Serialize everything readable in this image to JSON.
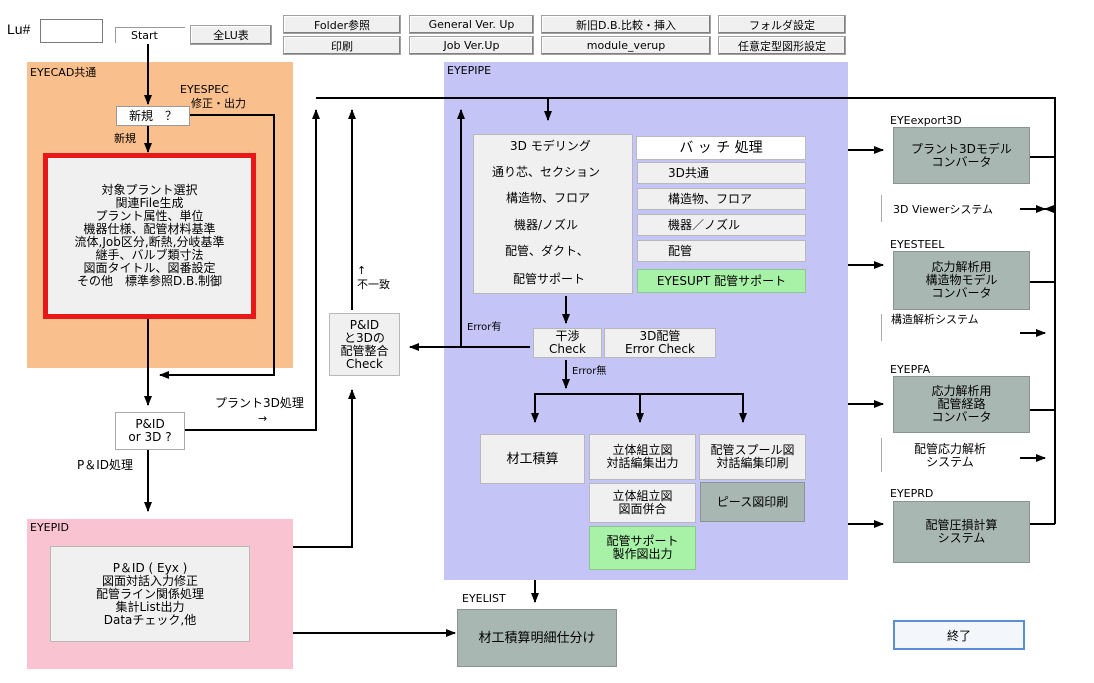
{
  "header": {
    "lu_label": "Lu#",
    "lu_value": "",
    "start": "Start",
    "all_lu": "全LU表",
    "folder_ref": "Folder参照",
    "print": "印刷",
    "general_verup": "General Ver. Up",
    "job_verup": "Job Ver.Up",
    "db_compare": "新旧D.B.比較・挿入",
    "module_verup": "module_verup",
    "folder_settings": "フォルダ設定",
    "shape_settings": "任意定型図形設定"
  },
  "eyecad": {
    "title": "EYECAD共通",
    "eyespec": "EYESPEC",
    "eyespec_sub": "修正・出力",
    "new_box": "新規　？",
    "new_label": "新規",
    "main_box": "対象プラント選択\n関連File生成\nプラント属性、単位\n機器仕様、配管材料基準\n流体,Job区分,断熱,分岐基準\n継手、バルブ類寸法\n図面タイトル、図番設定\nその他　標準参照D.B.制御"
  },
  "flow": {
    "pid_or_3d": "P&ID\nor 3D ?",
    "plant3d": "プラント3D処理",
    "arrow_right": "→",
    "pid_process": "P＆ID処理",
    "consistency": "P&ID\nと3Dの\n配管整合\nCheck",
    "mismatch_up": "↑",
    "mismatch": "不一致"
  },
  "eyepid": {
    "title": "EYEPID",
    "main_box": "P＆ID ( Eyx )\n図面対話入力修正\n配管ライン関係処理\n集計List出力\nDataチェック,他"
  },
  "eyepipe": {
    "title": "EYEPIPE",
    "left_items": [
      "3D モデリング",
      "通り芯、セクション",
      "構造物、フロア",
      "機器/ノズル",
      "配管、ダクト、",
      "配管サポート"
    ],
    "batch_header": "バ ッ チ 処理",
    "batch_items": [
      "3D共通",
      "構造物、フロア",
      "機器／ノズル",
      "配管"
    ],
    "eyesupt": "EYESUPT 配管サポート",
    "error_ari": "Error有",
    "interference": "干渉\nCheck",
    "pipe3d_check": "3D配管\nError Check",
    "error_nashi": "Error無",
    "material": "材工積算",
    "iso_edit": "立体組立図\n対話編集出力",
    "spool_print": "配管スプール図\n対話編集印刷",
    "iso_merge": "立体組立図\n図面併合",
    "piece_print": "ピース図印刷",
    "support_drawing": "配管サポート\n製作図出力"
  },
  "right": {
    "export_title": "EYEexport3D",
    "export_box": "プラント3Dモデル\nコンバータ",
    "viewer": "3D Viewerシステム",
    "steel_title": "EYESTEEL",
    "steel_box": "応力解析用\n構造物モデル\nコンバータ",
    "steel_sys": "構造解析システム",
    "pfa_title": "EYEPFA",
    "pfa_box": "応力解析用\n配管経路\nコンバータ",
    "pfa_sys": "配管応力解析\nシステム",
    "prd_title": "EYEPRD",
    "prd_box": "配管圧損計算\nシステム"
  },
  "eyelist": {
    "title": "EYELIST",
    "box": "材工積算明細仕分け"
  },
  "exit": "終了",
  "colors": {
    "eyecad_bg": "#f9c08d",
    "eyepipe_bg": "#c4c4f6",
    "eyepid_bg": "#fac3d1",
    "slate": "#a9b7b2",
    "green": "#a8f2a8",
    "highlight_red": "#e81818"
  }
}
